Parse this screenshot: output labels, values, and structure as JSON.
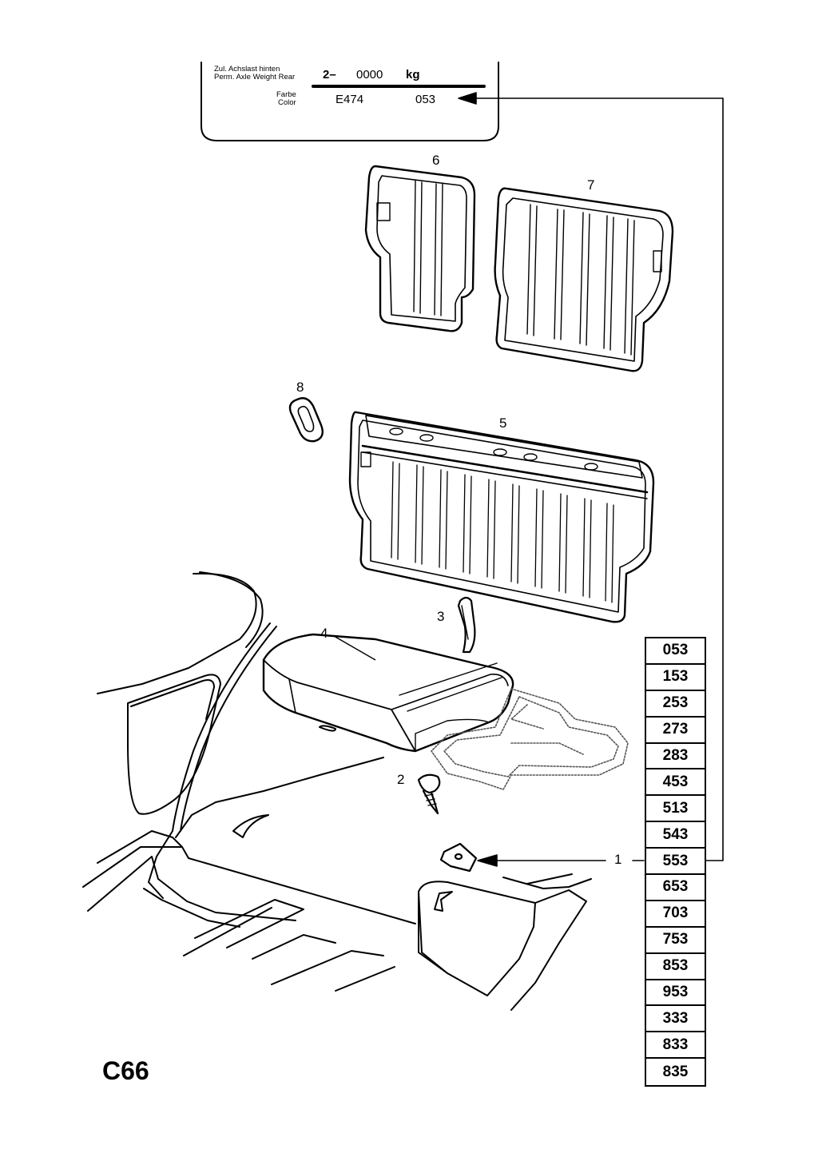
{
  "plate": {
    "label_de": "Zul. Achslast hinten",
    "label_en": "Perm. Axle Weight Rear",
    "weight_prefix": "2–",
    "weight_value": "0000",
    "weight_unit": "kg",
    "color_label_de": "Farbe",
    "color_label_en": "Color",
    "color_code": "E474",
    "color_number": "053"
  },
  "callouts": [
    "1",
    "2",
    "3",
    "4",
    "5",
    "6",
    "7",
    "8"
  ],
  "codes": [
    "053",
    "153",
    "253",
    "273",
    "283",
    "453",
    "513",
    "543",
    "553",
    "653",
    "703",
    "753",
    "853",
    "953",
    "333",
    "833",
    "835"
  ],
  "page_code": "C66"
}
